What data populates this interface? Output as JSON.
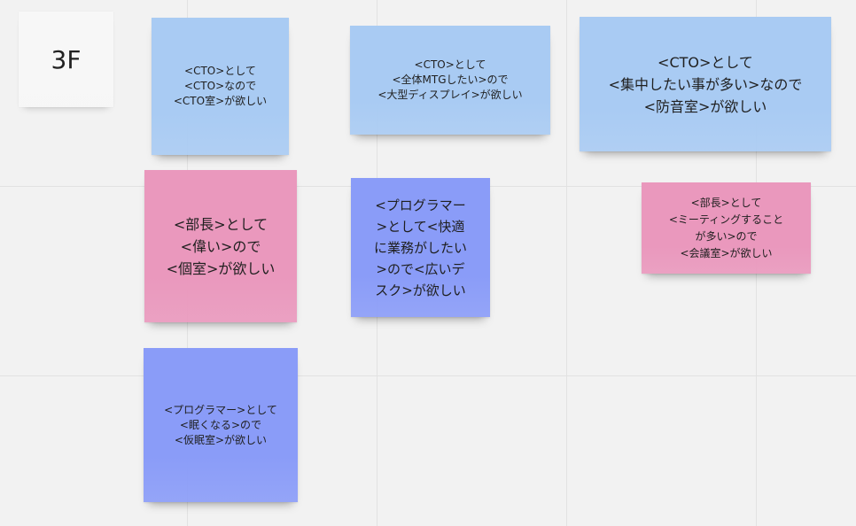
{
  "board": {
    "notes": [
      {
        "id": "floor-label",
        "text": "3F",
        "color": "#f7f7f7"
      },
      {
        "id": "note-cto-private",
        "text": "<CTO>として\n<CTO>なので\n<CTO室>が欲しい",
        "color": "#a9cbf3"
      },
      {
        "id": "note-cto-display",
        "text": "<CTO>として\n<全体MTGしたい>ので\n<大型ディスプレイ>が欲しい",
        "color": "#a9cbf3"
      },
      {
        "id": "note-cto-soundproof",
        "text": "<CTO>として\n<集中したい事が多い>なので\n<防音室>が欲しい",
        "color": "#a9cbf3"
      },
      {
        "id": "note-manager-private",
        "text": "<部長>として\n<偉い>ので\n<個室>が欲しい",
        "color": "#ea98bd"
      },
      {
        "id": "note-programmer-desk",
        "text": "<プログラマー\n>として<快適\nに業務がしたい\n>ので<広いデ\nスク>が欲しい",
        "color": "#8a9cf8"
      },
      {
        "id": "note-manager-meeting",
        "text": "<部長>として\n<ミーティングすること\nが多い>ので\n<会議室>が欲しい",
        "color": "#ea98bd"
      },
      {
        "id": "note-programmer-nap",
        "text": "<プログラマー>として\n<眠くなる>ので\n<仮眠室>が欲しい",
        "color": "#8a9cf8"
      }
    ]
  }
}
